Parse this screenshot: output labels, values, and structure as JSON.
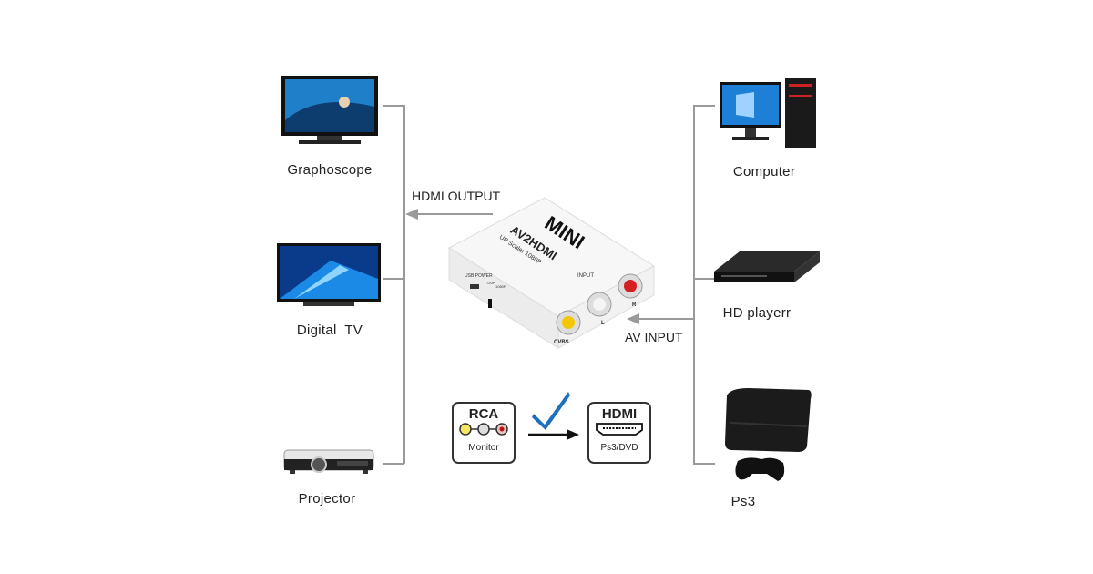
{
  "outputs": [
    {
      "label": "Graphoscope",
      "icon": "monitor-icon"
    },
    {
      "label": "Digital  TV",
      "icon": "tv-icon"
    },
    {
      "label": "Projector",
      "icon": "projector-icon"
    }
  ],
  "inputs": [
    {
      "label": "Computer",
      "icon": "computer-icon"
    },
    {
      "label": "HD playerr",
      "icon": "dvd-player-icon"
    },
    {
      "label": "Ps3",
      "icon": "game-console-icon"
    }
  ],
  "arrows": {
    "output": "HDMI OUTPUT",
    "input": "AV INPUT"
  },
  "device": {
    "brand": "MINI",
    "model": "AV2HDMI",
    "subtitle": "UP Scaler 1080P",
    "input_label": "INPUT",
    "ports": [
      "CVBS",
      "L",
      "R"
    ],
    "power_label": "USB POWER",
    "switch_labels": [
      "720P",
      "1080P"
    ]
  },
  "legend": {
    "rca_title": "RCA",
    "rca_caption": "Monitor",
    "hdmi_title": "HDMI",
    "hdmi_caption": "Ps3/DVD",
    "check_color": "#1f6fbf"
  }
}
